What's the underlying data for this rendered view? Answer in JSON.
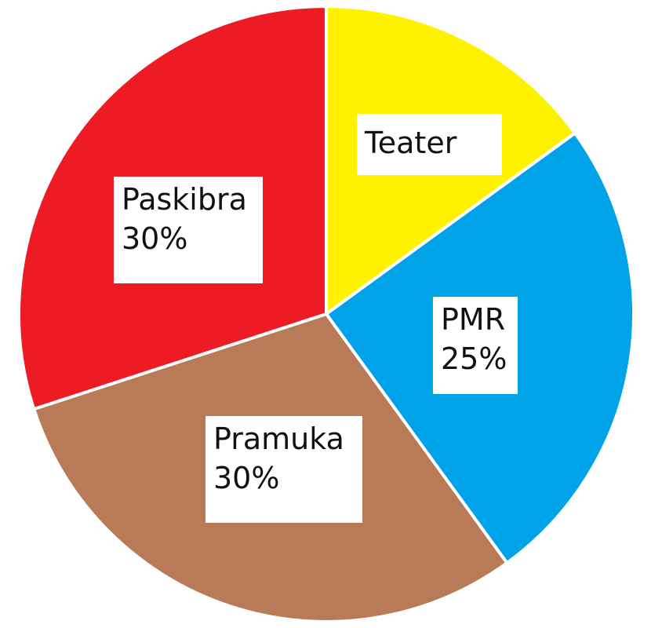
{
  "chart_data": {
    "type": "pie",
    "title": "",
    "slices": [
      {
        "name": "Teater",
        "value": 15,
        "percent_label": "",
        "color": "#FFF200"
      },
      {
        "name": "PMR",
        "value": 25,
        "percent_label": "25%",
        "color": "#00A2E8"
      },
      {
        "name": "Pramuka",
        "value": 30,
        "percent_label": "30%",
        "color": "#B97A57"
      },
      {
        "name": "Paskibra",
        "value": 30,
        "percent_label": "30%",
        "color": "#ED1C24"
      }
    ],
    "start_angle_deg": 0,
    "direction": "clockwise"
  }
}
